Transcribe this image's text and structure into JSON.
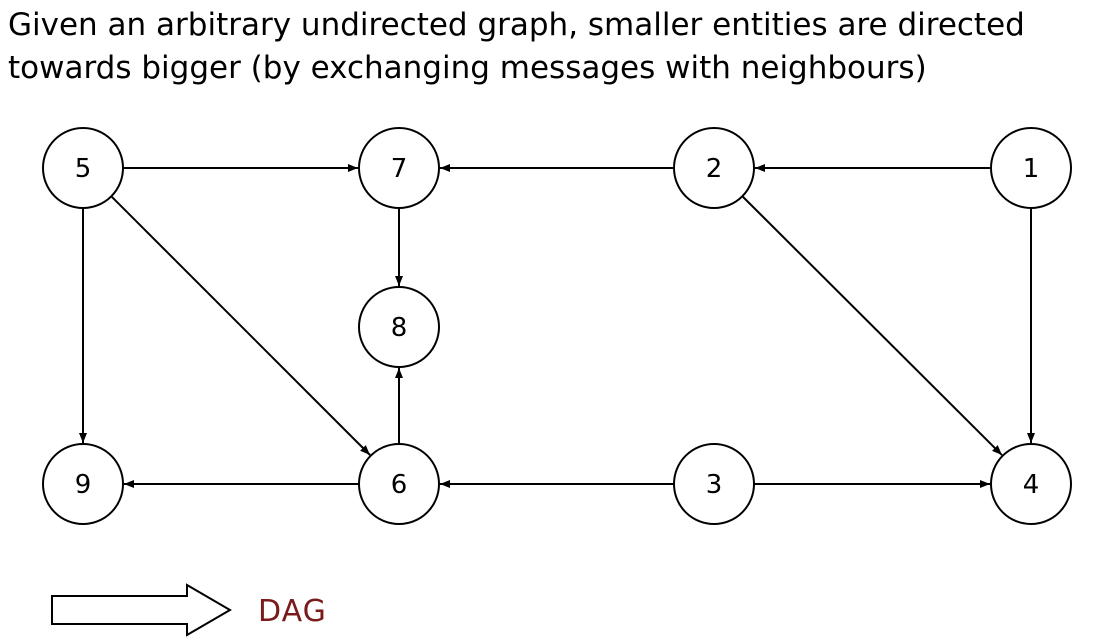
{
  "title": {
    "line1": "Given an arbitrary undirected graph, smaller entities are directed",
    "line2": "towards bigger (by exchanging messages with neighbours)"
  },
  "nodes": [
    {
      "id": "5",
      "label": "5"
    },
    {
      "id": "7",
      "label": "7"
    },
    {
      "id": "2",
      "label": "2"
    },
    {
      "id": "1",
      "label": "1"
    },
    {
      "id": "8",
      "label": "8"
    },
    {
      "id": "9",
      "label": "9"
    },
    {
      "id": "6",
      "label": "6"
    },
    {
      "id": "3",
      "label": "3"
    },
    {
      "id": "4",
      "label": "4"
    }
  ],
  "edges": [
    {
      "from": "5",
      "to": "7"
    },
    {
      "from": "2",
      "to": "7"
    },
    {
      "from": "1",
      "to": "2"
    },
    {
      "from": "7",
      "to": "8"
    },
    {
      "from": "5",
      "to": "9"
    },
    {
      "from": "5",
      "to": "6"
    },
    {
      "from": "6",
      "to": "8"
    },
    {
      "from": "2",
      "to": "4"
    },
    {
      "from": "1",
      "to": "4"
    },
    {
      "from": "6",
      "to": "9"
    },
    {
      "from": "3",
      "to": "6"
    },
    {
      "from": "3",
      "to": "4"
    }
  ],
  "conclusion": {
    "label": "DAG",
    "color": "#7a1a1a"
  }
}
